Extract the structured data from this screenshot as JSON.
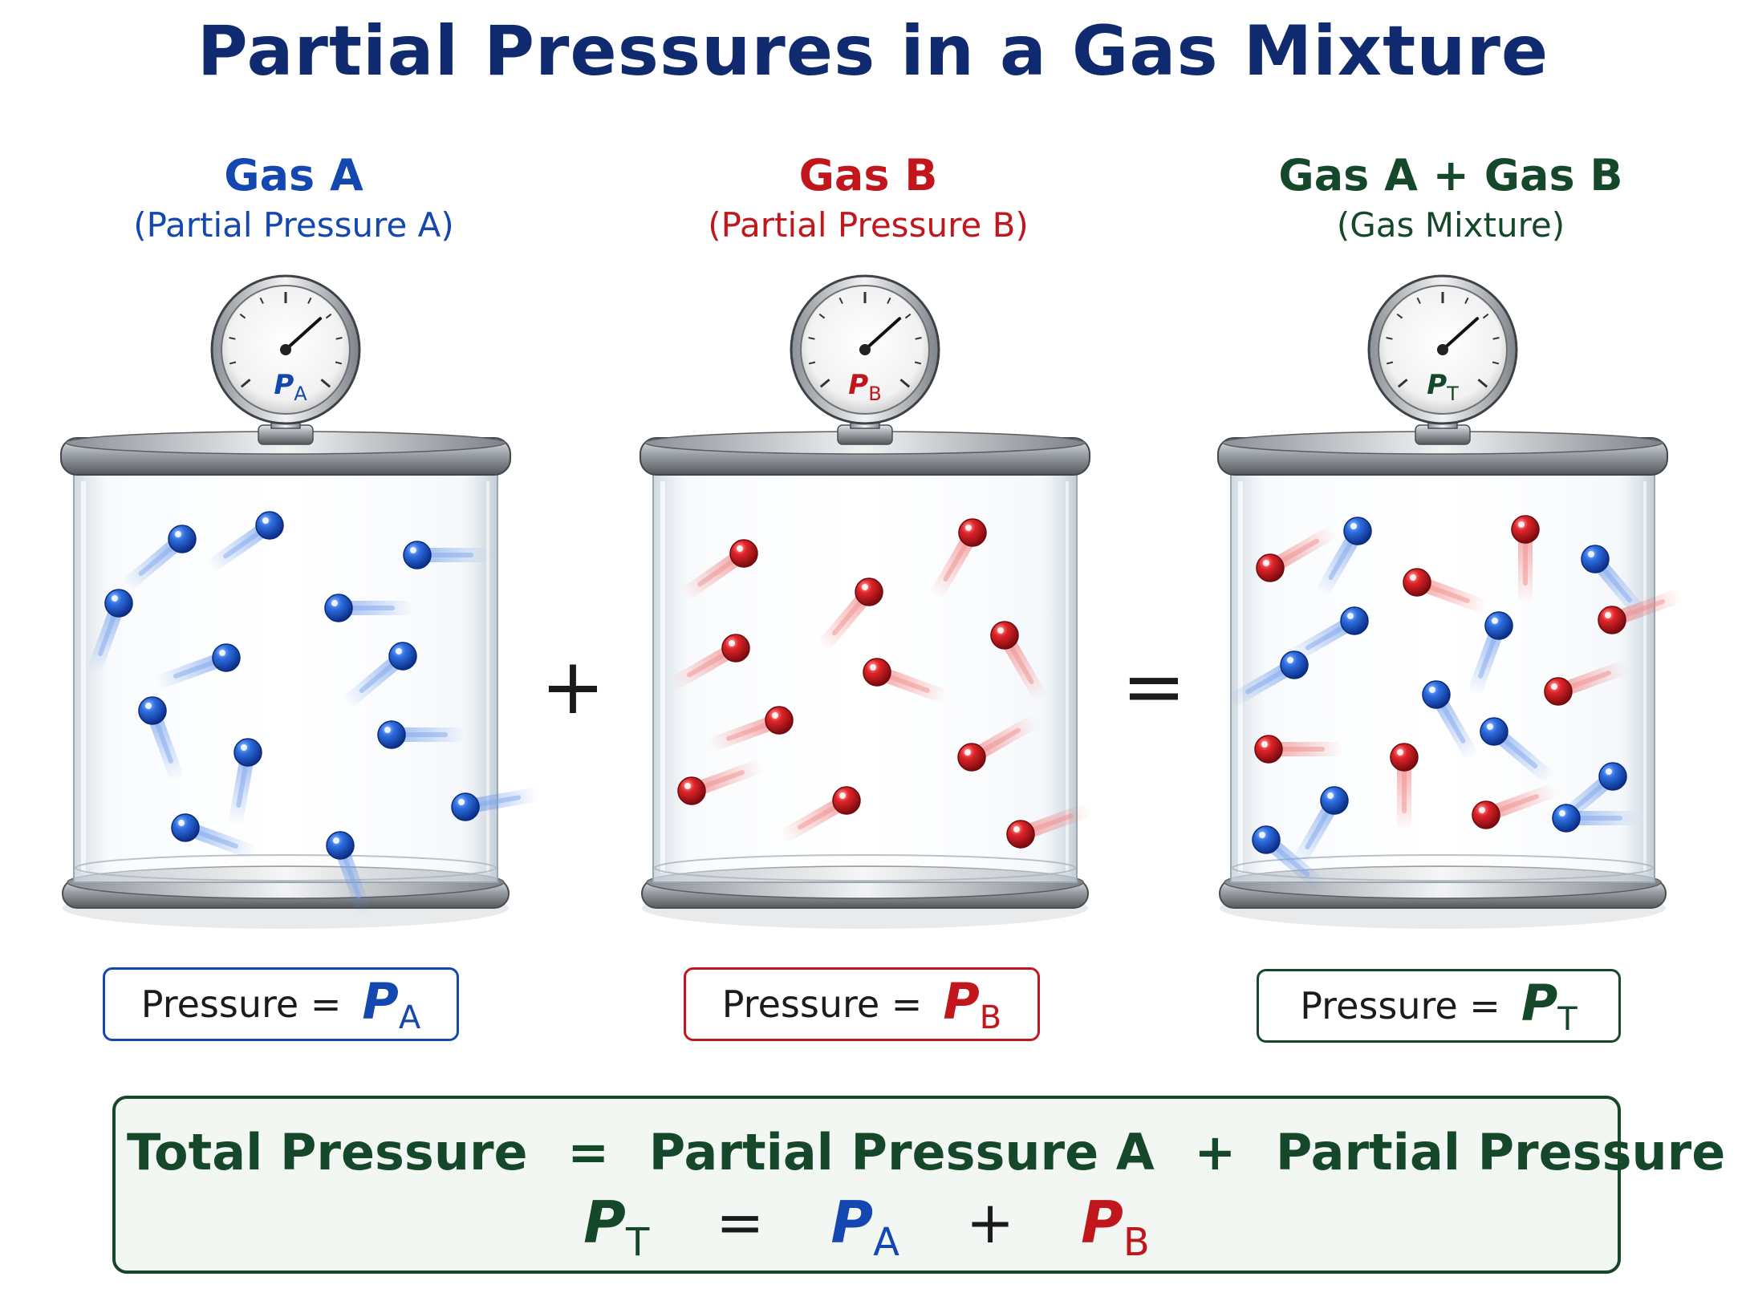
{
  "title": "Partial Pressures in a Gas Mixture",
  "panels": [
    {
      "heading": "Gas A",
      "subheading": "(Partial Pressure A)",
      "gauge_symbol": "P",
      "gauge_sub": "A",
      "pressure_label": "Pressure =",
      "pressure_symbol": "P",
      "pressure_sub": "A"
    },
    {
      "heading": "Gas B",
      "subheading": "(Partial Pressure B)",
      "gauge_symbol": "P",
      "gauge_sub": "B",
      "pressure_label": "Pressure =",
      "pressure_symbol": "P",
      "pressure_sub": "B"
    },
    {
      "heading": "Gas A + Gas B",
      "subheading": "(Gas Mixture)",
      "gauge_symbol": "P",
      "gauge_sub": "T",
      "pressure_label": "Pressure =",
      "pressure_symbol": "P",
      "pressure_sub": "T"
    }
  ],
  "operators": {
    "plus": "+",
    "equals": "="
  },
  "summary": {
    "word_total": "Total Pressure",
    "word_eq": "=",
    "word_a": "Partial Pressure A",
    "word_plus": "+",
    "word_b": "Partial Pressure B",
    "sym_t": "P",
    "sub_t": "T",
    "sym_eq": "=",
    "sym_a": "P",
    "sub_a": "A",
    "sym_plus": "+",
    "sym_b": "P",
    "sub_b": "B"
  },
  "colors": {
    "gas_a": "#1447b0",
    "gas_b": "#c0161c",
    "mixture": "#15472a",
    "title": "#0f2a6e"
  }
}
